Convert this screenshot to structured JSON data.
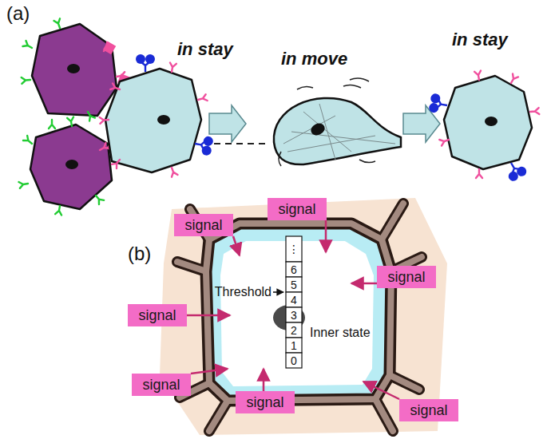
{
  "diagram": {
    "nodes": [
      {
        "text": [
          "signal"
        ]
      },
      {
        "text": [
          "signal"
        ]
      },
      {
        "text": [
          "signal"
        ]
      },
      {
        "text": [
          "signal"
        ]
      },
      {
        "text": [
          "signal"
        ]
      },
      {
        "text": [
          "signal"
        ]
      },
      {
        "text": [
          "signal"
        ]
      }
    ],
    "labels": [
      "(a)",
      "in stay",
      "in move",
      "in stay",
      "(b)",
      "Threshold",
      "Inner state",
      "⋮",
      "6",
      "5",
      "4",
      "3",
      "2",
      "1",
      "0"
    ]
  }
}
